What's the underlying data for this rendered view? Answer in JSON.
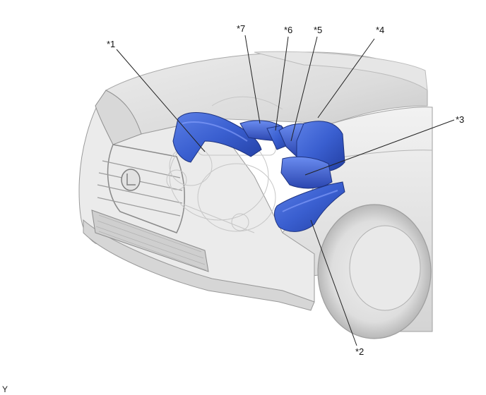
{
  "diagram": {
    "callouts": [
      {
        "id": "1",
        "label": "*1"
      },
      {
        "id": "2",
        "label": "*2"
      },
      {
        "id": "3",
        "label": "*3"
      },
      {
        "id": "4",
        "label": "*4"
      },
      {
        "id": "5",
        "label": "*5"
      },
      {
        "id": "6",
        "label": "*6"
      },
      {
        "id": "7",
        "label": "*7"
      }
    ],
    "corner_mark": "Y"
  },
  "colors": {
    "highlight": "#3a5fd0",
    "highlight_dark": "#21399a",
    "body_light": "#f3f3f3",
    "body_shade": "#cfcfcf",
    "outline": "#9a9a9a"
  }
}
